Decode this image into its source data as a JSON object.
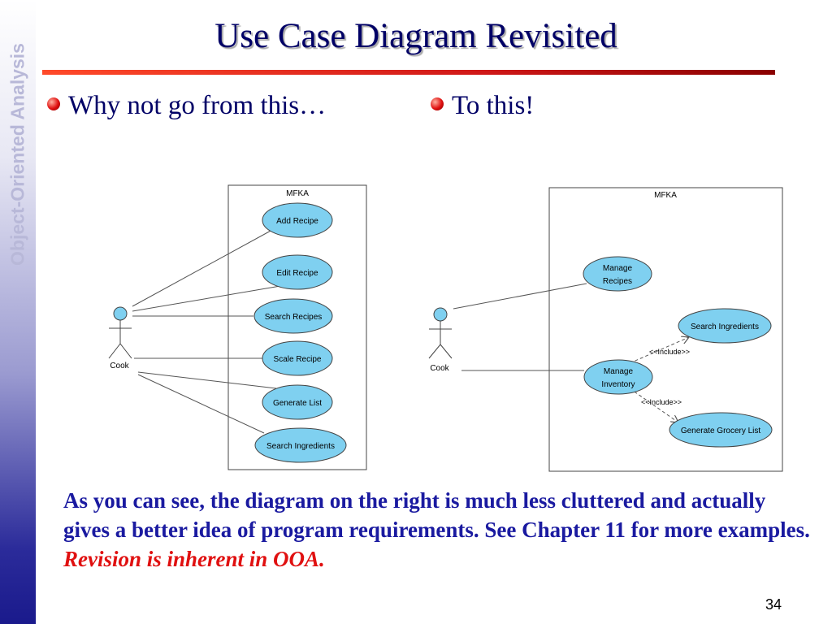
{
  "sidebar": {
    "label": "Object-Oriented Analysis"
  },
  "slide": {
    "title": "Use Case Diagram Revisited",
    "bullets": [
      "Why not go from this…",
      "To this!"
    ],
    "summary": "As you can see, the diagram on the right is much less cluttered and actually gives a better idea of program requirements.  See Chapter 11 for more examples. ",
    "summary_emphasis": "Revision is inherent in OOA.",
    "page_number": "34"
  },
  "diagram_left": {
    "system": "MFKA",
    "actor": "Cook",
    "use_cases": [
      "Add Recipe",
      "Edit Recipe",
      "Search Recipes",
      "Scale Recipe",
      "Generate List",
      "Search Ingredients"
    ]
  },
  "diagram_right": {
    "system": "MFKA",
    "actor": "Cook",
    "use_cases": [
      "Manage Recipes",
      "Manage Inventory",
      "Search Ingredients",
      "Generate Grocery List"
    ],
    "include_label": "<<Include>>"
  },
  "colors": {
    "use_case_fill": "#7fd0f0",
    "title": "#000066",
    "body_text": "#1a1aa0",
    "emphasis": "#e01010"
  }
}
